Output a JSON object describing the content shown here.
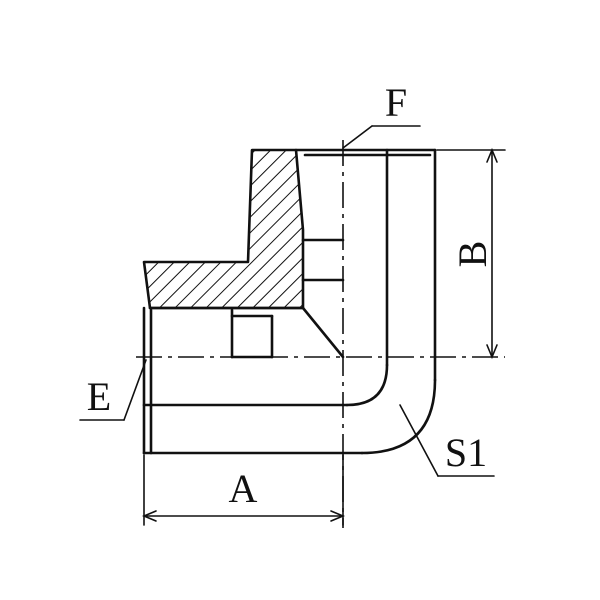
{
  "diagram": {
    "labels": {
      "A": "A",
      "B": "B",
      "E": "E",
      "F": "F",
      "S1": "S1"
    }
  },
  "colors": {
    "line": "#111111",
    "background": "#ffffff"
  }
}
